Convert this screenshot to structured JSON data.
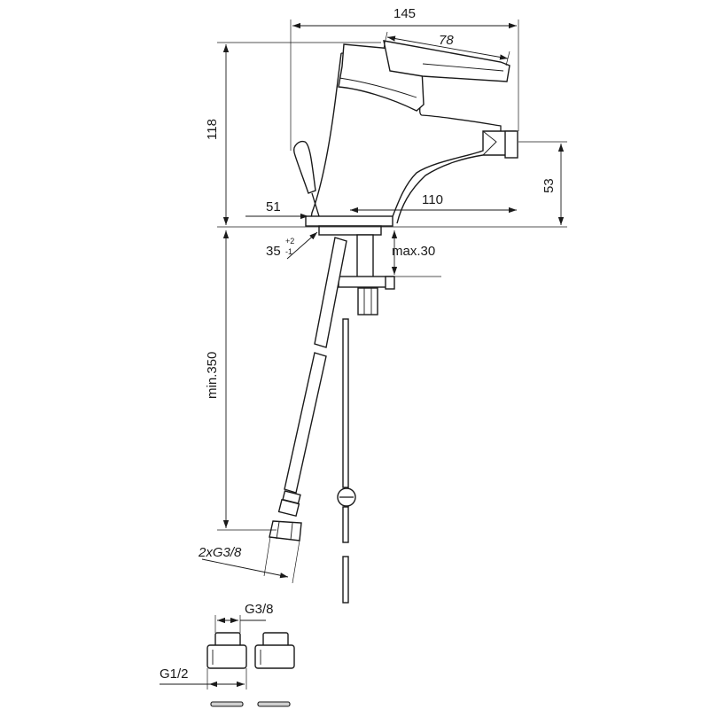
{
  "dimensions": {
    "total_width": "145",
    "lever_length": "78",
    "total_height": "118",
    "body_width": "51",
    "spout_reach": "110",
    "spout_height": "53",
    "hole_diameter": "35",
    "hole_tol_plus": "+2",
    "hole_tol_minus": "-1",
    "max_thickness": "max.30",
    "min_hose_length": "min.350",
    "hose_thread": "2xG3/8",
    "adapter_thread_top": "G3/8",
    "adapter_thread_bottom": "G1/2"
  },
  "colors": {
    "line": "#1a1a1a",
    "background": "#ffffff"
  }
}
